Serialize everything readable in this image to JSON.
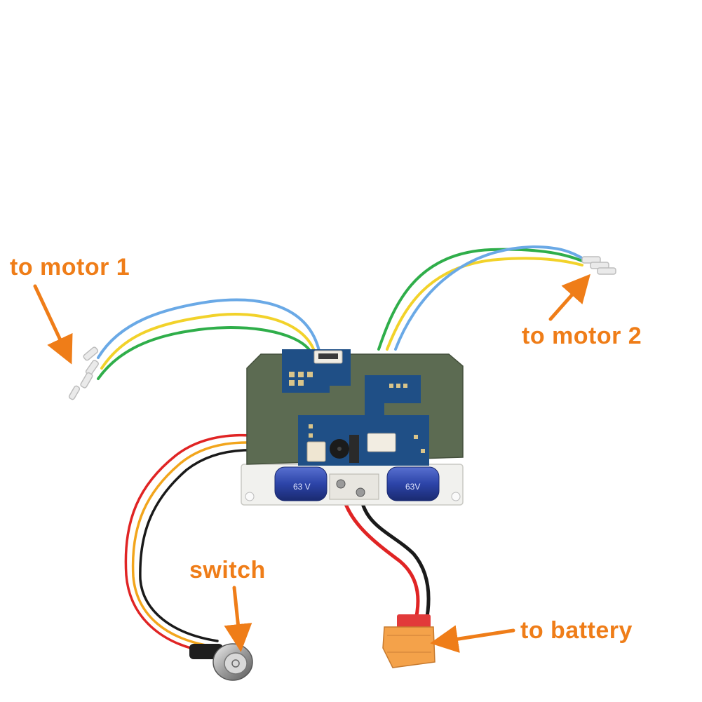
{
  "labels": {
    "motor1": "to motor 1",
    "motor2": "to motor 2",
    "switch": "switch",
    "battery": "to battery"
  },
  "components": {
    "capacitor_left": "63 V",
    "capacitor_right": "63V"
  },
  "colors": {
    "callout": "#ef7d18",
    "wire_blue": "#6aa9e6",
    "wire_yellow": "#f2d22a",
    "wire_green": "#2fae4a",
    "wire_red": "#e02424",
    "wire_black": "#1a1a1a",
    "wire_orange": "#f2a51c",
    "pcb_green": "#5c6b52",
    "pcb_blue": "#1f4f86",
    "capacitor_blue": "#2c44a8",
    "connector_xt60": "#f4a24a"
  }
}
